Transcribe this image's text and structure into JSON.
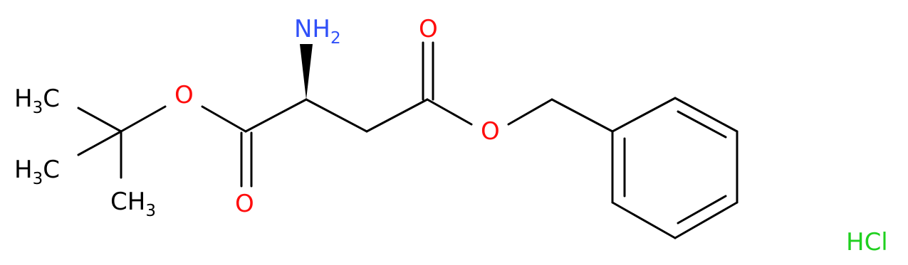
{
  "colors": {
    "bond": "#000000",
    "oxygen": "#ff0d0d",
    "nitrogen": "#3050f8",
    "chlorine": "#1fd01f",
    "carbon_label": "#000000"
  },
  "labels": {
    "methyl_top": {
      "main": "H",
      "sub": "3",
      "tail": "C"
    },
    "methyl_mid": {
      "main": "H",
      "sub": "3",
      "tail": "C"
    },
    "methyl_bottom": {
      "main": "CH",
      "sub": "3"
    },
    "amine": {
      "main": "NH",
      "sub": "2"
    },
    "ester_o_tbu": "O",
    "carbonyl_o_tbu": "O",
    "carbonyl_o_benzyl": "O",
    "ester_o_benzyl": "O",
    "salt": "HCl"
  }
}
